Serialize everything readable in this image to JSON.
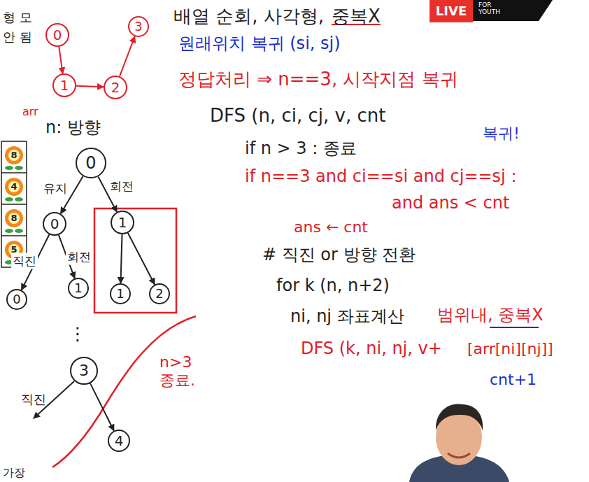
{
  "diagram": {
    "nodes": [
      {
        "text": [
          "0"
        ]
      },
      {
        "text": [
          "3"
        ]
      },
      {
        "text": [
          "1"
        ]
      },
      {
        "text": [
          "2"
        ]
      },
      {
        "text": [
          "0"
        ]
      },
      {
        "text": [
          "0"
        ]
      },
      {
        "text": [
          "1"
        ]
      },
      {
        "text": [
          "0"
        ]
      },
      {
        "text": [
          "1"
        ]
      },
      {
        "text": [
          "1"
        ]
      },
      {
        "text": [
          "2"
        ]
      },
      {
        "text": [
          "3"
        ]
      },
      {
        "text": [
          "4"
        ]
      }
    ],
    "edges": [
      {
        "from": 0,
        "to": 2,
        "arrow": "to"
      },
      {
        "from": 2,
        "to": 3,
        "arrow": "to"
      },
      {
        "from": 3,
        "to": 1,
        "arrow": "to"
      },
      {
        "from": 4,
        "to": 5,
        "label": "유지",
        "arrow": "to"
      },
      {
        "from": 4,
        "to": 6,
        "label": "회전",
        "arrow": "to"
      },
      {
        "from": 5,
        "to": 7,
        "label": "직진",
        "arrow": "to"
      },
      {
        "from": 5,
        "to": 8,
        "label": "회전",
        "arrow": "to"
      },
      {
        "from": 6,
        "to": 9,
        "arrow": "to"
      },
      {
        "from": 6,
        "to": 10,
        "arrow": "to"
      },
      {
        "from": 11,
        "to": 12,
        "arrow": "to"
      }
    ],
    "labels": [
      "형 모",
      "안 됨",
      "배열 순회, 사각형,",
      "중복X",
      "원래위치 복귀 (si, sj)",
      "정답처리 ⇒ n==3, 시작지점 복귀",
      "DFS (n, ci, cj, v, cnt",
      "if n > 3 : 종료",
      "복귀!",
      "if n==3 and ci==si and cj==sj :",
      "and ans < cnt",
      "ans ← cnt",
      "# 직진 or 방향 전환",
      "for k (n, n+2)",
      "ni, nj 좌표계산",
      "범위내, 중복X",
      "DFS (k, ni, nj, v+",
      "[arr[ni][nj]]",
      "cnt+1",
      "arr",
      "8",
      "4",
      "8",
      "5",
      "n: 방향",
      "⋮",
      "직진",
      "n>3 종료.",
      "가장",
      "LIVE",
      "FOR YOUTH"
    ]
  }
}
